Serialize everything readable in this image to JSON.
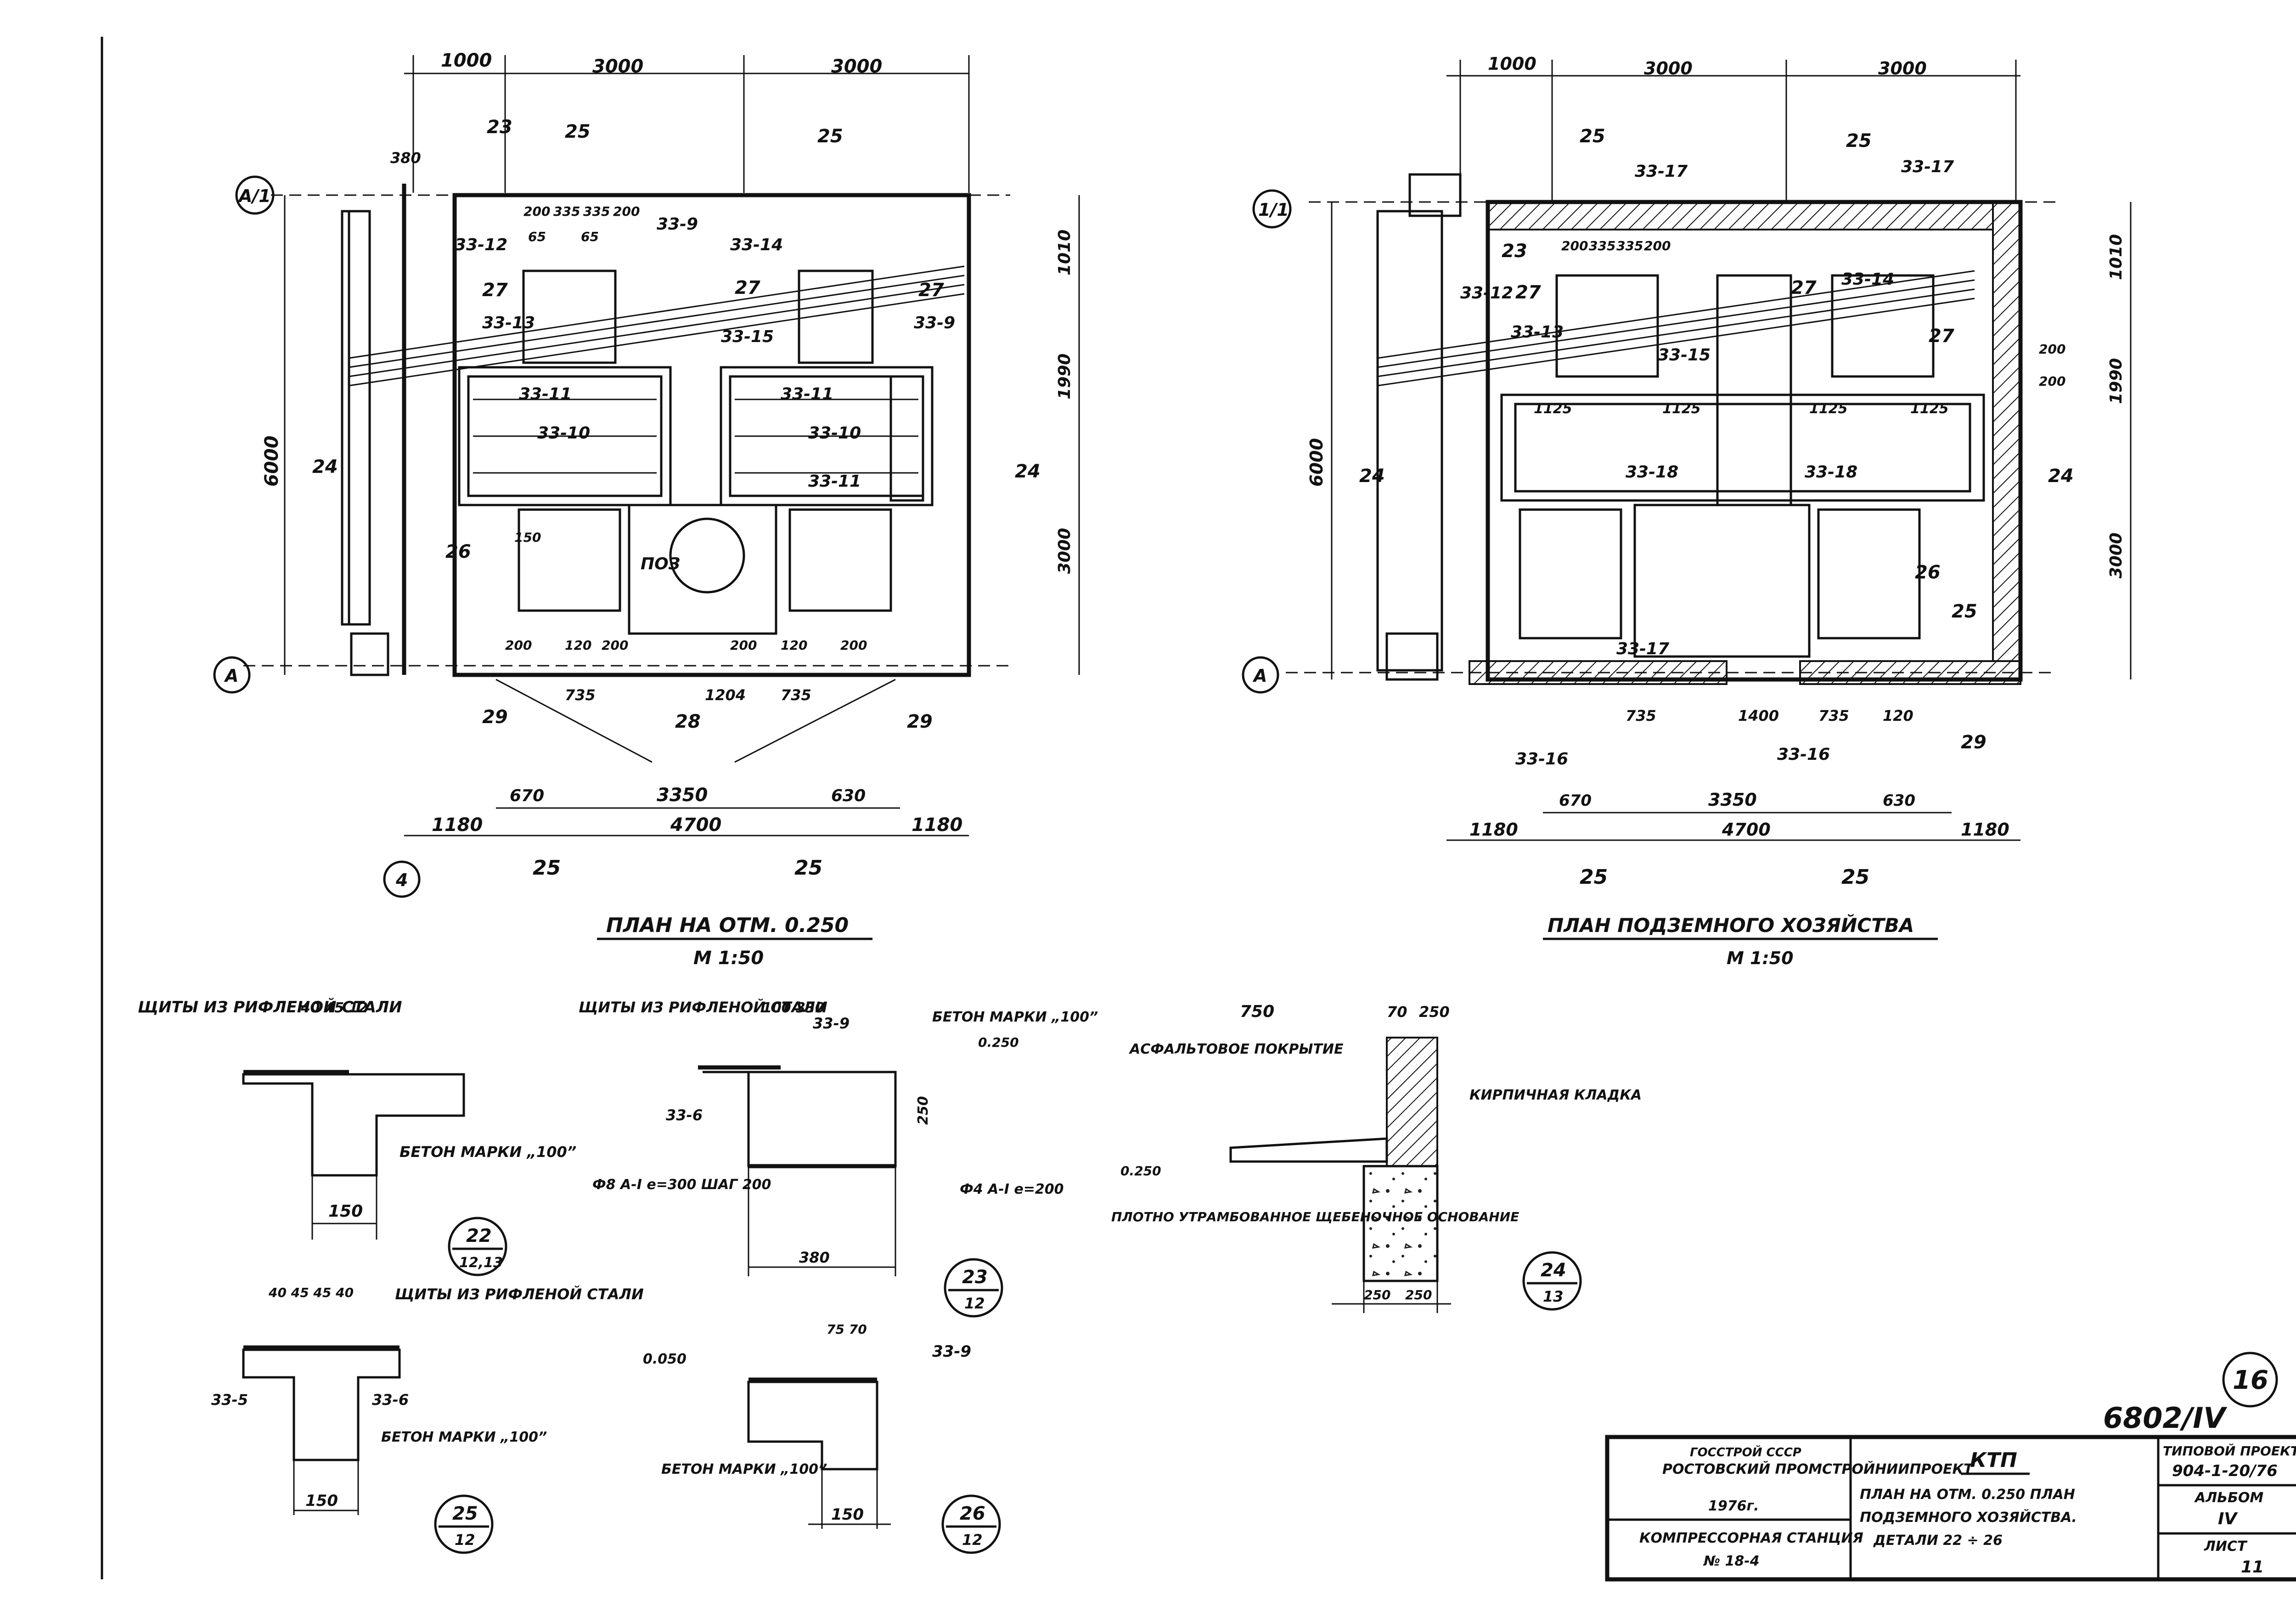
{
  "sheet_number": "16",
  "inventory_number": "6802/IV",
  "plans": {
    "left": {
      "title": "ПЛАН НА ОТМ. 0.250",
      "scale": "М 1:50",
      "axis_top": "А/1",
      "axis_bottom": "А",
      "axis_corner": "4",
      "dims_top": [
        "1000",
        "3000",
        "3000"
      ],
      "dims_bottom": [
        "1180",
        "4700",
        "1180"
      ],
      "dim_inner": "3350",
      "dims_sub": [
        "670",
        "630"
      ],
      "dims_side_left": "6000",
      "dims_side_right": [
        "1010",
        "1990",
        "3000"
      ],
      "dims_row": [
        "735",
        "1204",
        "735"
      ],
      "pit_label": "ПОЗ",
      "marks": [
        "33-12",
        "33-9",
        "33-14",
        "33-13",
        "33-15",
        "33-11",
        "33-10",
        "33-11",
        "33-10",
        "33-11",
        "33-9"
      ],
      "section_refs": [
        "23",
        "25",
        "25",
        "27",
        "27",
        "27",
        "24",
        "24",
        "26",
        "29",
        "28",
        "29",
        "25",
        "25"
      ],
      "small_dims": [
        "380",
        "200",
        "335",
        "335",
        "200",
        "65",
        "65",
        "150",
        "200",
        "120",
        "200",
        "200",
        "120",
        "200"
      ]
    },
    "right": {
      "title": "ПЛАН ПОДЗЕМНОГО ХОЗЯЙСТВА",
      "scale": "М 1:50",
      "axis_top": "1/1",
      "axis_bottom": "А",
      "dims_top": [
        "1000",
        "3000",
        "3000"
      ],
      "dims_bottom": [
        "1180",
        "4700",
        "1180"
      ],
      "dim_inner": "3350",
      "dims_sub": [
        "670",
        "630"
      ],
      "dims_side_left": "6000",
      "dims_side_right": [
        "1010",
        "1990",
        "3000"
      ],
      "dims_row": [
        "1125",
        "1125",
        "1125",
        "1125"
      ],
      "marks": [
        "33-17",
        "33-17",
        "33-12",
        "33-14",
        "33-13",
        "33-15",
        "33-18",
        "33-18",
        "33-17",
        "33-16",
        "33-16"
      ],
      "section_refs": [
        "23",
        "25",
        "25",
        "27",
        "27",
        "27",
        "24",
        "24",
        "26",
        "25",
        "29",
        "25",
        "25"
      ],
      "small_dims": [
        "200",
        "335",
        "335",
        "200",
        "200",
        "735",
        "1400",
        "735",
        "200",
        "120"
      ]
    }
  },
  "details": {
    "d22": {
      "num": "22",
      "sheet": "12,13",
      "note1": "ЩИТЫ ИЗ РИФЛЕНОЙ СТАЛИ",
      "note2": "БЕТОН МАРКИ „100”",
      "dim": "150",
      "top_dims": "40 45 12"
    },
    "d23": {
      "num": "23",
      "sheet": "12",
      "note1": "ЩИТЫ ИЗ РИФЛЕНОЙ СТАЛИ",
      "note2": "БЕТОН МАРКИ „100”",
      "mark1": "33-9",
      "mark2": "33-6",
      "rebar": "Ф8 А-I е=300 ШАГ 200",
      "rebar2": "Ф4 А-I е=200",
      "dim": "380",
      "top_dims": "100  330",
      "height": "250",
      "level": "0.250"
    },
    "d24": {
      "num": "24",
      "sheet": "13",
      "note1": "АСФАЛЬТОВОЕ ПОКРЫТИЕ",
      "note2": "КИРПИЧНАЯ КЛАДКА",
      "note3": "ПЛОТНО УТРАМБОВАННОЕ ЩЕБЕНОЧНОЕ ОСНОВАНИЕ",
      "top_dims": [
        "750",
        "70",
        "250"
      ],
      "bot_dims": [
        "250",
        "250"
      ],
      "level": "0.250"
    },
    "d25": {
      "num": "25",
      "sheet": "12",
      "note1": "ЩИТЫ ИЗ РИФЛЕНОЙ СТАЛИ",
      "note2": "БЕТОН МАРКИ „100”",
      "mark1": "33-5",
      "mark2": "33-6",
      "dim": "150",
      "top_dims": "40 45 45 40"
    },
    "d26": {
      "num": "26",
      "sheet": "12",
      "note1": "БЕТОН МАРКИ „100”",
      "mark1": "33-9",
      "dim": "150",
      "top_dims": "75 70",
      "level": "0.050"
    }
  },
  "stamp": {
    "org": "ГОССТРОЙ СССР",
    "org2": "РОСТОВСКИЙ ПРОМСТРОЙНИИПРОЕКТ",
    "year": "1976г.",
    "object": "КОМПРЕССОРНАЯ СТАНЦИЯ",
    "object2": "№ 18-4",
    "title": "КТП",
    "desc1": "ПЛАН НА ОТМ. 0.250 ПЛАН",
    "desc2": "ПОДЗЕМНОГО ХОЗЯЙСТВА.",
    "desc3": "ДЕТАЛИ 22 ÷ 26",
    "project_label": "ТИПОВОЙ ПРОЕКТ",
    "project": "904-1-20/76",
    "album_label": "АЛЬБОМ",
    "album": "IV",
    "sheet_label": "ЛИСТ",
    "sheet": "11"
  }
}
